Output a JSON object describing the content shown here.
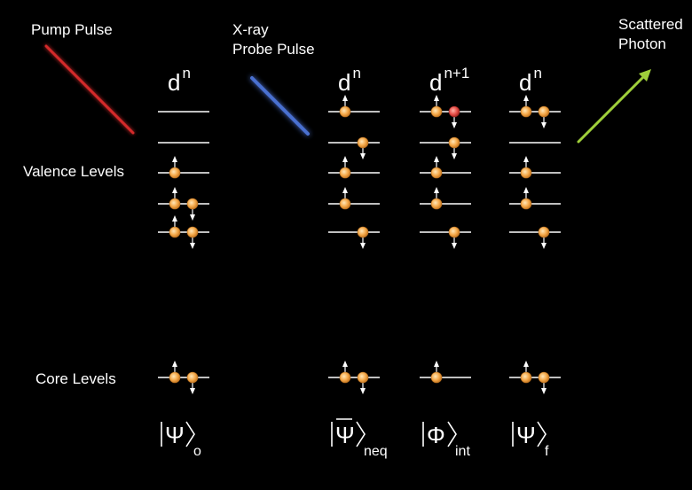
{
  "labels": {
    "pump_pulse": "Pump Pulse",
    "probe_line1": "X-ray",
    "probe_line2": "Probe Pulse",
    "scattered_line1": "Scattered",
    "scattered_line2": "Photon",
    "valence_levels": "Valence Levels",
    "core_levels": "Core Levels"
  },
  "colors": {
    "background": "#000000",
    "level_line": "#ffffff",
    "pump_beam": "#d42a2a",
    "probe_beam": "#4a6fd0",
    "scattered_beam": "#9fcf3a",
    "electron": "#f5a94a",
    "electron_excited": "#e8504a",
    "spin_arrow": "#ffffff"
  },
  "columns": [
    {
      "id": "initial",
      "config_base": "d",
      "config_sup": "n",
      "ket_symbol": "Ψ",
      "ket_bar": false,
      "ket_sub": "o",
      "valence": [
        [],
        [],
        [
          "up"
        ],
        [
          "up",
          "down"
        ],
        [
          "up",
          "down"
        ]
      ],
      "core": [
        [
          "up",
          "down"
        ]
      ]
    },
    {
      "id": "nonequilibrium",
      "config_base": "d",
      "config_sup": "n",
      "ket_symbol": "Ψ",
      "ket_bar": true,
      "ket_sub": "neq",
      "valence": [
        [
          "up"
        ],
        [
          "",
          "down"
        ],
        [
          "up"
        ],
        [
          "up"
        ],
        [
          "",
          "down"
        ]
      ],
      "core": [
        [
          "up",
          "down"
        ]
      ]
    },
    {
      "id": "intermediate",
      "config_base": "d",
      "config_sup": "n+1",
      "ket_symbol": "Φ",
      "ket_bar": false,
      "ket_sub": "int",
      "valence": [
        [
          "up",
          "down*"
        ],
        [
          "",
          "down"
        ],
        [
          "up"
        ],
        [
          "up"
        ],
        [
          "",
          "down"
        ]
      ],
      "core": [
        [
          "up"
        ]
      ]
    },
    {
      "id": "final",
      "config_base": "d",
      "config_sup": "n",
      "ket_symbol": "Ψ",
      "ket_bar": false,
      "ket_sub": "f",
      "valence": [
        [
          "up",
          "down"
        ],
        [],
        [
          "up"
        ],
        [
          "up"
        ],
        [
          "",
          "down"
        ]
      ],
      "core": [
        [
          "up",
          "down"
        ]
      ]
    }
  ]
}
